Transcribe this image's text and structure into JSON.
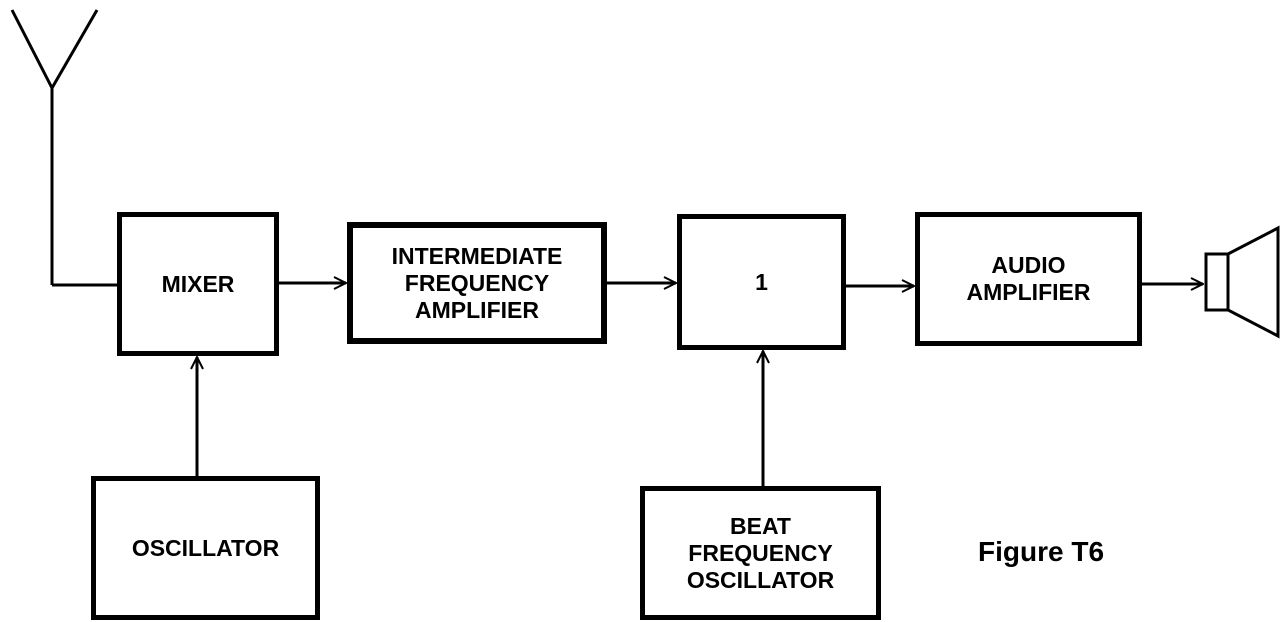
{
  "blocks": {
    "mixer": "MIXER",
    "if_amp": "INTERMEDIATE\nFREQUENCY\nAMPLIFIER",
    "block_1": "1",
    "audio_amp": "AUDIO\nAMPLIFIER",
    "oscillator": "OSCILLATOR",
    "bfo": "BEAT\nFREQUENCY\nOSCILLATOR"
  },
  "caption": "Figure T6"
}
